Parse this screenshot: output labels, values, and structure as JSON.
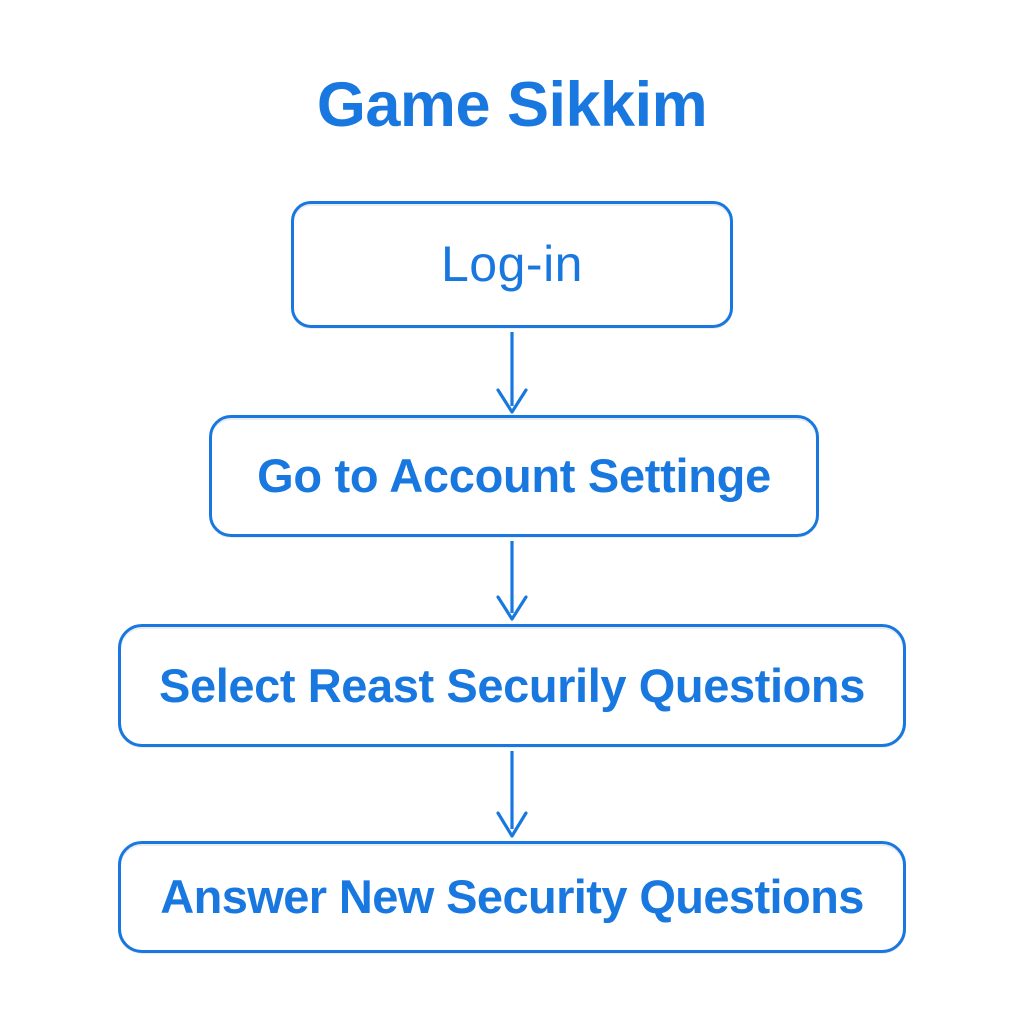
{
  "page": {
    "title": "Game Sikkim",
    "background_color": "#ffffff",
    "accent_color": "#1878e0"
  },
  "chart_data": {
    "type": "diagram",
    "diagram_type": "flowchart",
    "orientation": "vertical",
    "title": "Game Sikkim",
    "node_count": 4,
    "edge_count": 3,
    "nodes": [
      {
        "id": "node-1",
        "step": 1,
        "label": "Log-in",
        "shape": "rounded-rectangle",
        "font_weight": "regular",
        "text_color": "#1878e0",
        "border_color": "#1878e0",
        "fill_color": "#ffffff"
      },
      {
        "id": "node-2",
        "step": 2,
        "label": "Go to Account Settinge",
        "shape": "rounded-rectangle",
        "font_weight": "bold",
        "text_color": "#1878e0",
        "border_color": "#1878e0",
        "fill_color": "#ffffff"
      },
      {
        "id": "node-3",
        "step": 3,
        "label": "Select Reast Securily Questions",
        "label_strong": "Select Reast",
        "label_light": " Securily Questions",
        "shape": "rounded-rectangle",
        "font_weight": "bold",
        "text_color": "#1878e0",
        "border_color": "#1878e0",
        "fill_color": "#ffffff"
      },
      {
        "id": "node-4",
        "step": 4,
        "label": "Answer New Security Questions",
        "shape": "rounded-rectangle",
        "font_weight": "bold",
        "text_color": "#1878e0",
        "border_color": "#1878e0",
        "fill_color": "#ffffff"
      }
    ],
    "edges": [
      {
        "id": "edge-1",
        "from": "node-1",
        "to": "node-2",
        "direction": "down",
        "style": "solid-arrow",
        "color": "#1878e0"
      },
      {
        "id": "edge-2",
        "from": "node-2",
        "to": "node-3",
        "direction": "down",
        "style": "solid-arrow",
        "color": "#1878e0"
      },
      {
        "id": "edge-3",
        "from": "node-3",
        "to": "node-4",
        "direction": "down",
        "style": "solid-arrow",
        "color": "#1878e0"
      }
    ]
  }
}
